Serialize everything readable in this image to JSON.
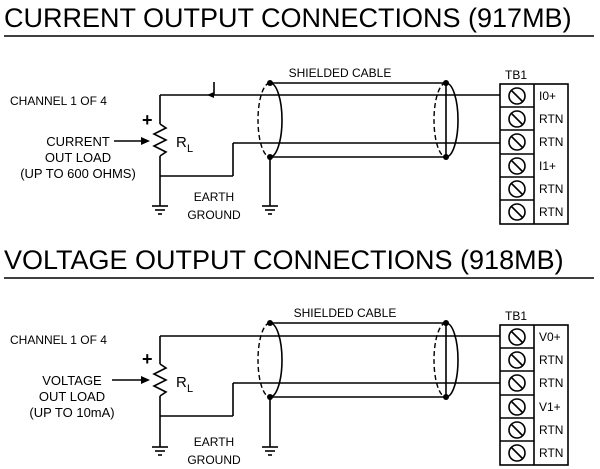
{
  "sections": [
    {
      "title": "CURRENT OUTPUT CONNECTIONS (917MB)",
      "channel_label": "CHANNEL 1 OF 4",
      "load_lines": [
        "CURRENT",
        "OUT LOAD",
        "(UP TO 600 OHMS)"
      ],
      "resistor_main": "R",
      "resistor_sub": "L",
      "polarity": "+",
      "cable_label": "SHIELDED CABLE",
      "terminal_block": "TB1",
      "terminals": [
        "I0+",
        "RTN",
        "RTN",
        "I1+",
        "RTN",
        "RTN"
      ],
      "ground_lines": [
        "EARTH",
        "GROUND"
      ]
    },
    {
      "title": "VOLTAGE OUTPUT CONNECTIONS (918MB)",
      "channel_label": "CHANNEL 1 OF 4",
      "load_lines": [
        "VOLTAGE",
        "OUT LOAD",
        "(UP TO 10mA)"
      ],
      "resistor_main": "R",
      "resistor_sub": "L",
      "polarity": "+",
      "cable_label": "SHIELDED CABLE",
      "terminal_block": "TB1",
      "terminals": [
        "V0+",
        "RTN",
        "RTN",
        "V1+",
        "RTN",
        "RTN"
      ],
      "ground_lines": [
        "EARTH",
        "GROUND"
      ]
    }
  ]
}
